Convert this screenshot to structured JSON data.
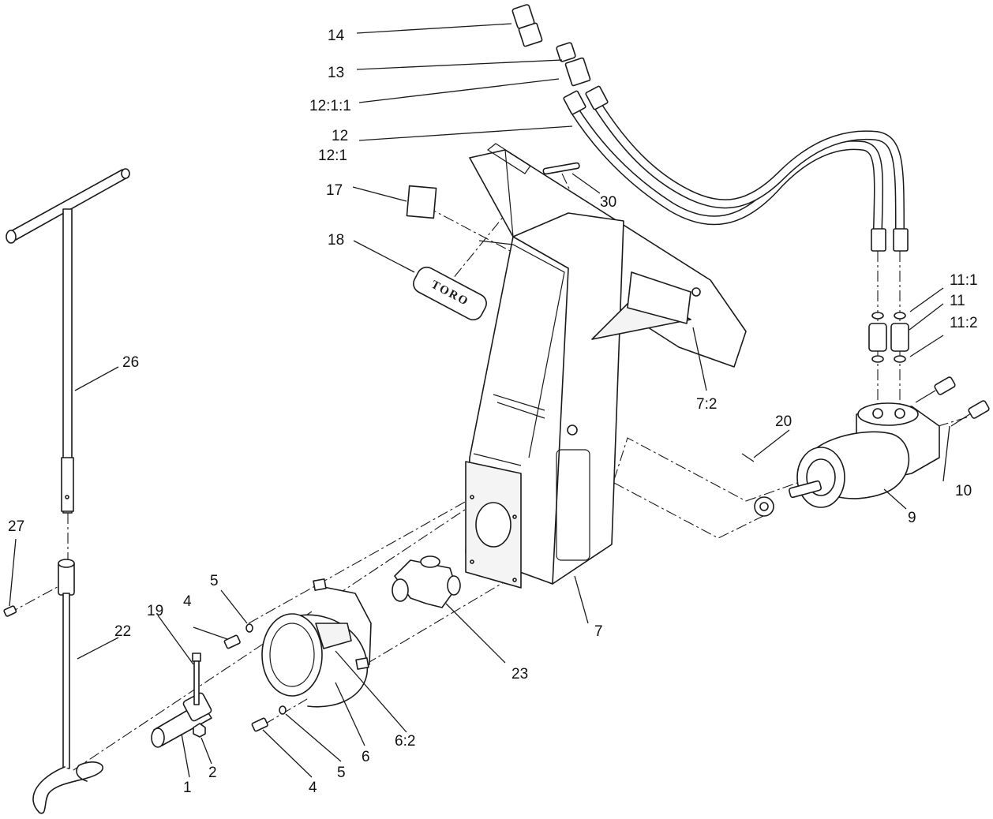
{
  "decal_text": "TORO",
  "callouts": {
    "c14": "14",
    "c13": "13",
    "c12_1_1": "12:1:1",
    "c12": "12",
    "c12_1": "12:1",
    "c17": "17",
    "c30": "30",
    "c18": "18",
    "c11_1": "11:1",
    "c11": "11",
    "c11_2": "11:2",
    "c26": "26",
    "c7_2": "7:2",
    "c20": "20",
    "c10": "10",
    "c9": "9",
    "c27": "27",
    "c5a": "5",
    "c4a": "4",
    "c19": "19",
    "c7": "7",
    "c22": "22",
    "c23": "23",
    "c6_2": "6:2",
    "c6": "6",
    "c5b": "5",
    "c4b": "4",
    "c2": "2",
    "c1": "1"
  }
}
